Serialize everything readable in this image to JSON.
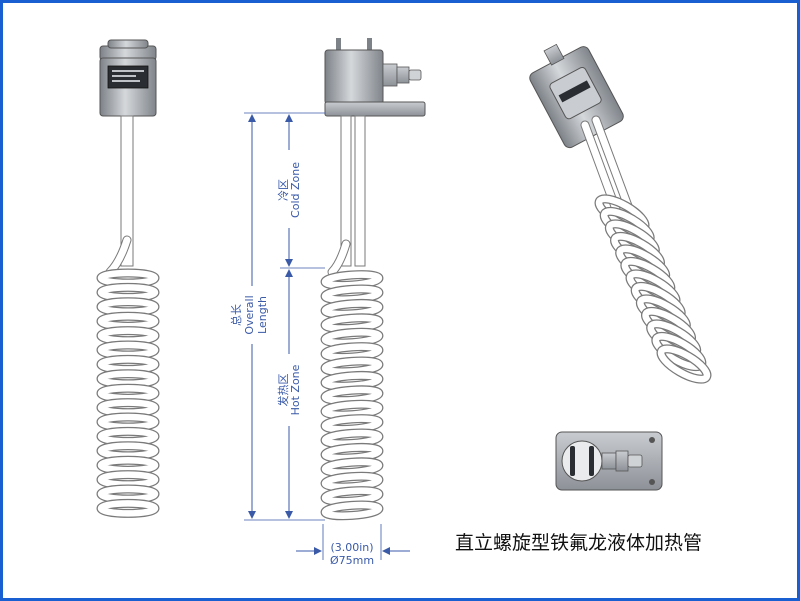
{
  "title": "直立螺旋型铁氟龙液体加热管",
  "labels": {
    "cold_zone_cn": "冷区",
    "cold_zone_en": "Cold Zone",
    "overall_cn": "总长",
    "overall_en_1": "Overall",
    "overall_en_2": "Length",
    "hot_zone_cn": "发热区",
    "hot_zone_en": "Hot Zone",
    "diameter_in": "(3.00in)",
    "diameter_mm": "Ø75mm"
  },
  "colors": {
    "border": "#1a5fd1",
    "dimension": "#3a5aa8",
    "tube": "#ffffff",
    "tube_edge": "#7a7a7a",
    "head_metal": "#9ea3a8"
  }
}
